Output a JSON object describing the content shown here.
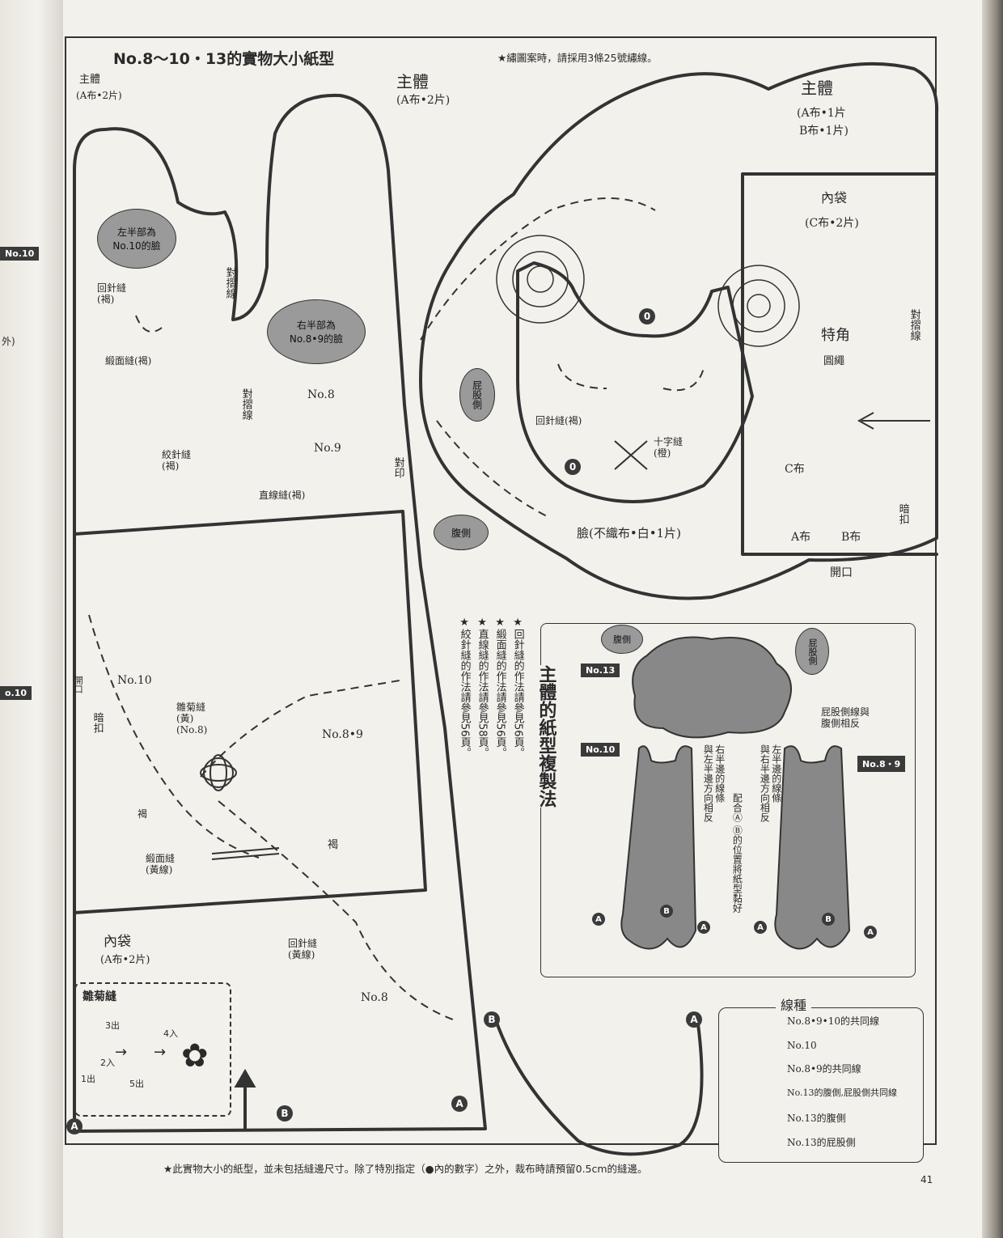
{
  "page": {
    "title": "No.8～10・13的實物大小紙型",
    "top_note": "★繡圖案時，請採用3條25號繡線。",
    "footer_note": "★此實物大小的紙型，並未包括縫邊尺寸。除了特別指定（●內的數字）之外，裁布時請預留0.5cm的縫邊。",
    "page_number": "41"
  },
  "left_margin": {
    "badge_top": "No.10",
    "badge_bottom": "o.10",
    "label_out": "外)"
  },
  "left_pattern": {
    "body_label_small": "主體",
    "body_fabric_small": "(A布•2片)",
    "body_label": "主體",
    "body_fabric": "(A布•2片)",
    "bubble_left": "左半部為\nNo.10的臉",
    "bubble_right": "右半部為\nNo.8•9的臉",
    "fold_line_1": "對摺線",
    "backstitch": "回針縫\n(褐)",
    "satin_stitch": "緞面縫(褐)",
    "fold_line_2": "對摺線",
    "no8": "No.8",
    "no9": "No.9",
    "outline_stitch": "絞針縫\n(褐)",
    "straight_stitch": "直線縫(褐)",
    "match_mark": "對印",
    "opening": "開口",
    "snap": "暗扣",
    "no10": "No.10",
    "daisy_stitch": "雛菊縫\n(黃)\n(No.8)",
    "no89": "No.8•9",
    "brown_small": "褐",
    "satin_yellow": "緞面縫\n(黃線)",
    "brown_right": "褐",
    "inner_pocket": "內袋",
    "inner_pocket_fabric": "(A布•2片)",
    "backstitch_yellow": "回針縫\n(黃線)",
    "no8_bottom": "No.8",
    "daisy_box_title": "雛菊縫",
    "daisy_steps": [
      "3出",
      "2入",
      "1出",
      "4入",
      "5出"
    ]
  },
  "right_pattern": {
    "body_label": "主體",
    "body_fabric_a": "(A布•1片",
    "body_fabric_b": "B布•1片)",
    "inner_pocket": "內袋",
    "inner_pocket_fabric": "(C布•2片)",
    "fold_line": "對摺線",
    "special": "特角",
    "special_sub": "圓繩",
    "bubble_butt": "屁股側",
    "bubble_belly": "腹側",
    "backstitch": "回針縫(褐)",
    "cross_stitch": "十字縫\n(橙)",
    "c_fabric": "C布",
    "a_fabric": "A布",
    "b_fabric": "B布",
    "snap": "暗扣",
    "opening": "開口",
    "face": "臉(不織布•白•1片)",
    "zero_1": "0",
    "zero_2": "0"
  },
  "vertical_notes": [
    "★回針縫的作法請參見56頁。",
    "★緞面縫的作法請參見56頁。",
    "★直線縫的作法請參見58頁。",
    "★絞針縫的作法請參見56頁。"
  ],
  "inset": {
    "title": "主體的紙型複製法",
    "badge_13": "No.13",
    "badge_10": "No.10",
    "badge_89": "No.8・9",
    "bubble_belly": "腹側",
    "bubble_butt": "屁股側",
    "note_13": "屁股側線與\n腹側相反",
    "note_10": "右半邊的線條\n與左半邊方向相反",
    "note_89": "左半邊的線條\n與右半邊方向相反",
    "note_align": "配合Ⓐ Ⓑ的位置將紙型黏好",
    "label_a": "A",
    "label_b": "B"
  },
  "legend": {
    "title": "線種",
    "items": [
      "No.8•9•10的共同線",
      "No.10",
      "No.8•9的共同線",
      "No.13的腹側,屁股側共同線",
      "No.13的腹側",
      "No.13的屁股側"
    ]
  },
  "markers": {
    "a": "A",
    "b": "B"
  }
}
